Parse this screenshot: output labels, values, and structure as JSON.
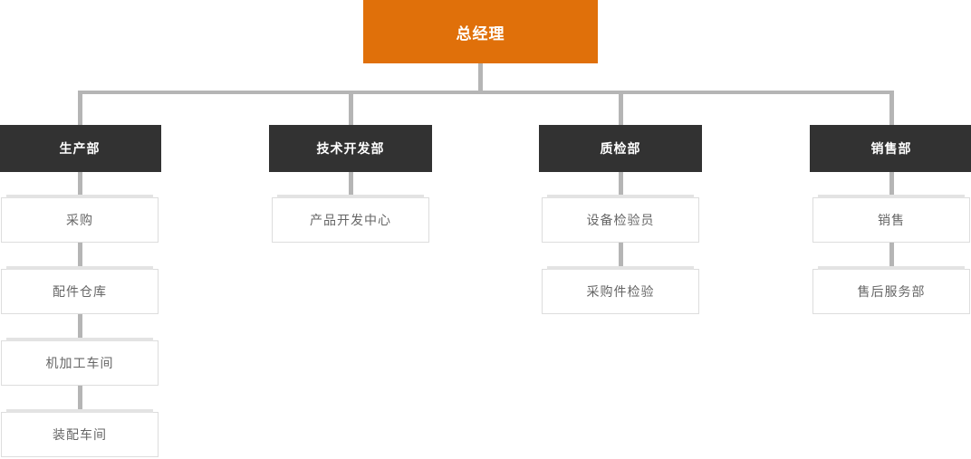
{
  "chart": {
    "type": "org-chart",
    "root": {
      "label": "总经理"
    },
    "departments": [
      {
        "label": "生产部",
        "children": [
          "采购",
          "配件仓库",
          "机加工车间",
          "装配车间"
        ]
      },
      {
        "label": "技术开发部",
        "children": [
          "产品开发中心"
        ]
      },
      {
        "label": "质检部",
        "children": [
          "设备检验员",
          "采购件检验"
        ]
      },
      {
        "label": "销售部",
        "children": [
          "销售",
          "售后服务部"
        ]
      }
    ],
    "colors": {
      "root_bg": "#e0700a",
      "dept_bg": "#323232",
      "connector": "#b5b5b5",
      "child_border": "#dddddd",
      "child_topbar": "#e3e3e3",
      "child_text": "#666666",
      "node_text": "#ffffff"
    }
  }
}
